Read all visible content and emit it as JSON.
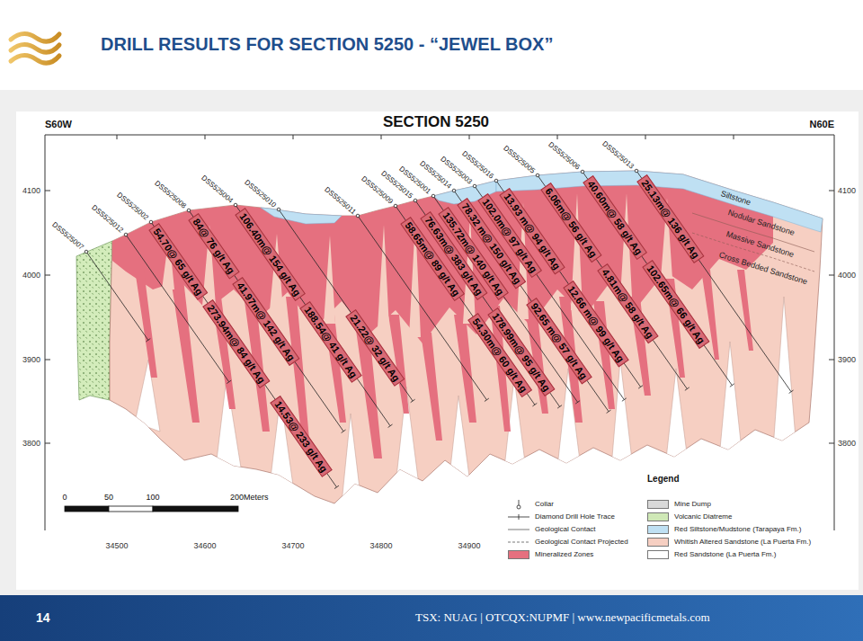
{
  "diagram": {
    "title": "DRILL RESULTS FOR SECTION 5250 - “JEWEL BOX”",
    "labels": [
      "SECTION 5250",
      "S60W",
      "N60E",
      "DSS525007",
      "DSS525012",
      "DSS525002",
      "DSS525008",
      "DSS525004",
      "DSS525010",
      "DSS525011",
      "DSS525009",
      "DSS525015",
      "DSS525001",
      "DSS525014",
      "DSS525003",
      "DSS525016",
      "DSS525005",
      "DSS525006",
      "DSS525013",
      "Siltstone",
      "Nodular Sandstone",
      "Massive Sandstone",
      "Cross Bedded Sandstone",
      "4100",
      "4100",
      "4000",
      "4000",
      "3900",
      "3900",
      "3800",
      "3800",
      "54.70@ 65 g/t Ag",
      "273.94m@ 84 g/t Ag",
      "14.53@ 233 g/t Ag",
      "84@ 76 g/t Ag",
      "41.97m@ 142 g/t Ag",
      "106.40m@ 154 g/t Ag",
      "188.54@ 41 g/t Ag",
      "21.22@ 32 g/t Ag",
      "58.65m@ 89 g/t Ag",
      "54.30m@ 60 g/t Ag",
      "76.63m@ 383 g/t Ag",
      "178.99m@ 95 g/t Ag",
      "135.72m@ 140 g/t Ag",
      "78.32 m@ 150 g/t Ag",
      "92.65 m@ 57 g/t Ag",
      "102.0m@ 97 g/t Ag",
      "13.93 m@ 94 g/t Ag",
      "12.66 m@ 99 g/t Ag",
      "6.06m@ 56 g/t Ag",
      "4.81m@ 58 g/t Ag",
      "40.60m@ 58 g/t Ag",
      "102.65m@ 66 g/t Ag",
      "25.13m@ 136 g/t Ag",
      "0",
      "50",
      "100",
      "200Meters",
      "34500",
      "34600",
      "34700",
      "34800",
      "34900",
      "Legend",
      "14",
      "TSX: NUAG | OTCQX:NUPMF | www.newpacificmetals.com"
    ],
    "legend": [
      {
        "text": "Collar"
      },
      {
        "text": "Diamond Drill Hole Trace"
      },
      {
        "text": "Geological Contact"
      },
      {
        "text": "Geological Contact Projected"
      },
      {
        "text": "Mineralized Zones",
        "color": "#e5707f"
      },
      {
        "text": "Mine Dump",
        "color": "#d9d9d9"
      },
      {
        "text": "Volcanic Diatreme",
        "color": "#cfe8b6"
      },
      {
        "text": "Red Siltstone/Mudstone (Tarapaya Fm.)",
        "color": "#bfe0f3"
      },
      {
        "text": "Whitish Altered Sandstone (La Puerta Fm.)",
        "color": "#f6cfc2"
      },
      {
        "text": "Red Sandstone (La Puerta Fm.)",
        "color": "#ffffff"
      }
    ]
  }
}
